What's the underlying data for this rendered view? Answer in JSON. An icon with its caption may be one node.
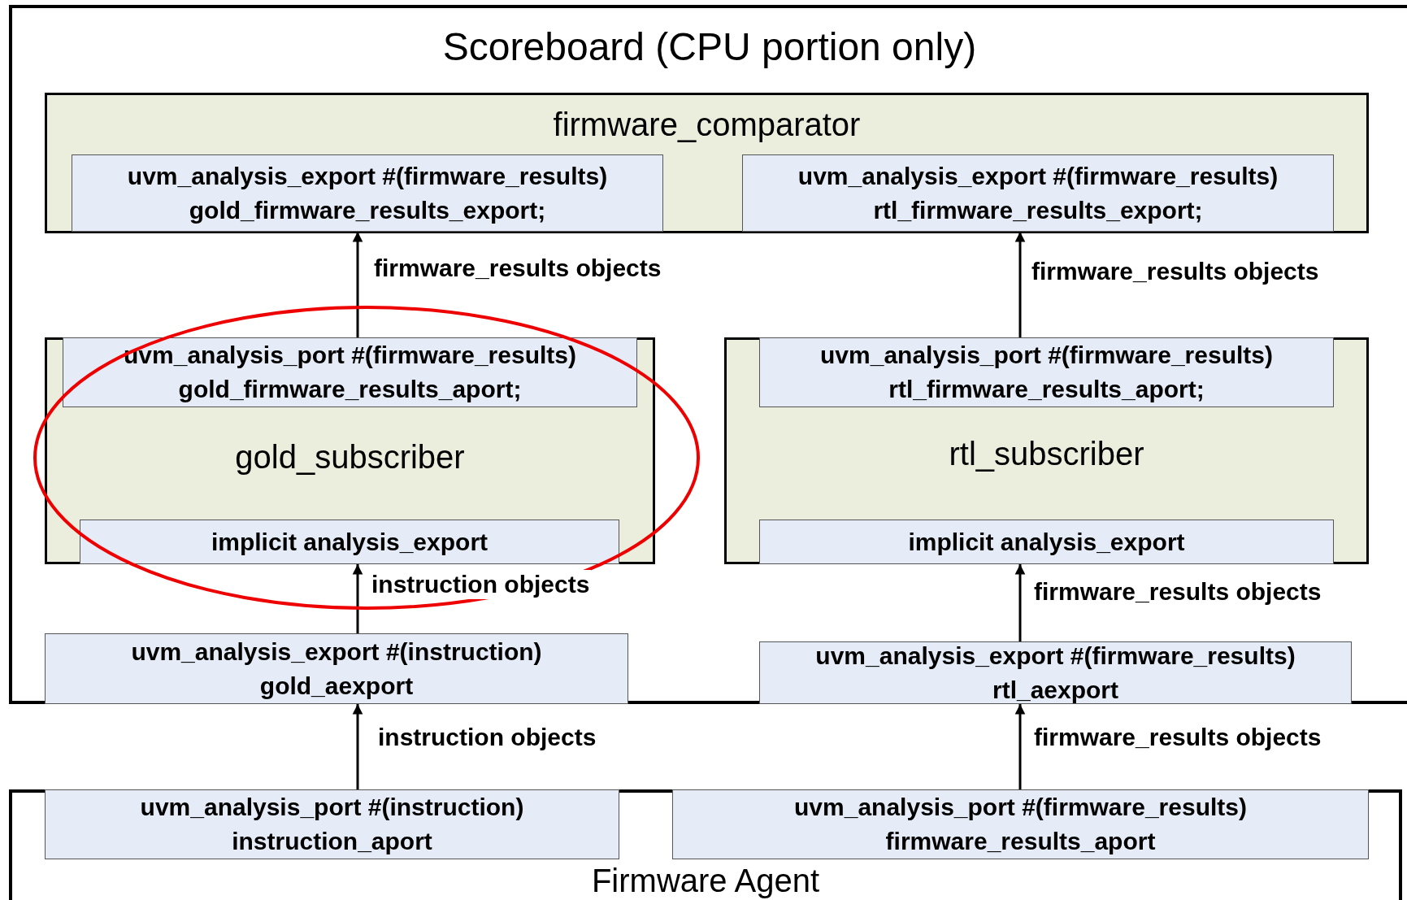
{
  "diagram": {
    "nodes": [
      {
        "text": [
          "Scoreboard (CPU portion only)"
        ]
      },
      {
        "text": [
          "firmware_comparator"
        ],
        "in": 0
      },
      {
        "text": [
          "uvm_analysis_export #(firmware_results)",
          "gold_firmware_results_export;"
        ],
        "in": 1
      },
      {
        "text": [
          "uvm_analysis_export #(firmware_results)",
          "rtl_firmware_results_export;"
        ],
        "in": 1
      },
      {
        "text": [
          "gold_subscriber"
        ],
        "in": 0
      },
      {
        "text": [
          "uvm_analysis_port #(firmware_results)",
          "gold_firmware_results_aport;"
        ],
        "in": 4
      },
      {
        "text": [
          "implicit analysis_export"
        ],
        "in": 4
      },
      {
        "text": [
          "rtl_subscriber"
        ],
        "in": 0
      },
      {
        "text": [
          "uvm_analysis_port #(firmware_results)",
          "rtl_firmware_results_aport;"
        ],
        "in": 7
      },
      {
        "text": [
          "implicit analysis_export"
        ],
        "in": 7
      },
      {
        "text": [
          "uvm_analysis_export #(instruction)",
          "gold_aexport"
        ],
        "in": 0
      },
      {
        "text": [
          "uvm_analysis_export #(firmware_results)",
          "rtl_aexport"
        ],
        "in": 0
      },
      {
        "text": [
          "Firmware Agent"
        ]
      },
      {
        "text": [
          "uvm_analysis_port #(instruction)",
          "instruction_aport"
        ],
        "in": 12
      },
      {
        "text": [
          "uvm_analysis_port #(firmware_results)",
          "firmware_results_aport"
        ],
        "in": 12
      }
    ],
    "edges": [
      {
        "from": 5,
        "to": 2,
        "arrow": "to",
        "label": "firmware_results objects"
      },
      {
        "from": 8,
        "to": 3,
        "arrow": "to",
        "label": "firmware_results objects"
      },
      {
        "from": 10,
        "to": 6,
        "arrow": "to",
        "label": "instruction objects"
      },
      {
        "from": 11,
        "to": 9,
        "arrow": "to",
        "label": "firmware_results objects"
      },
      {
        "from": 13,
        "to": 10,
        "arrow": "to",
        "label": "instruction objects"
      },
      {
        "from": 14,
        "to": 11,
        "arrow": "to",
        "label": "firmware_results objects"
      }
    ]
  }
}
